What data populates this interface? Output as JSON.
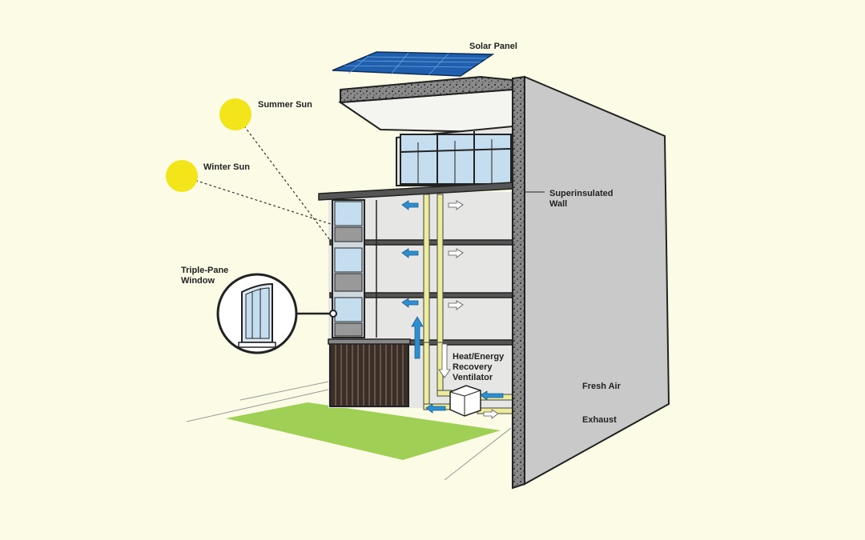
{
  "labels": {
    "solar_panel": "Solar Panel",
    "summer_sun": "Summer Sun",
    "winter_sun": "Winter Sun",
    "superinsulated_wall": "Superinsulated\nWall",
    "triple_pane_window": "Triple-Pane\nWindow",
    "ventilator": "Heat/Energy\nRecovery\nVentilator",
    "fresh_air": "Fresh Air",
    "exhaust": "Exhaust"
  },
  "colors": {
    "background": "#fbfbe6",
    "sun": "#f2e61a",
    "wall": "#c9c9ca",
    "interior": "#e6e6e4",
    "solar": "#1f5fae",
    "glass": "#c4def0",
    "duct": "#ecec9c",
    "airflow_fresh": "#2d8fd0",
    "airflow_exhaust": "#ffffff",
    "lawn": "#9fcf55",
    "louver": "#3a2e28"
  }
}
